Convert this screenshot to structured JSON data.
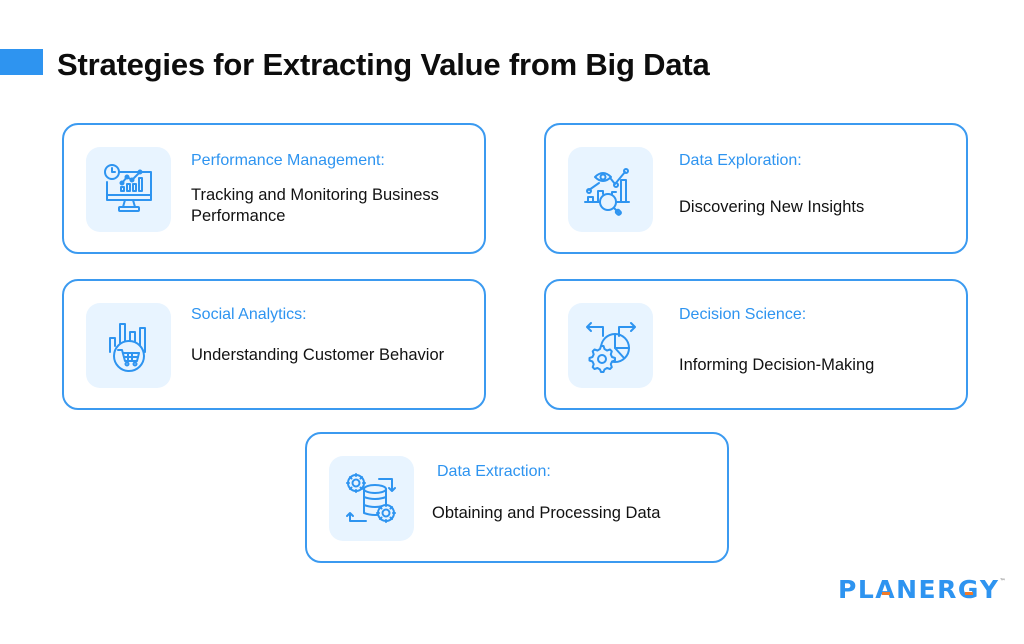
{
  "page": {
    "title": "Strategies for Extracting Value from Big Data",
    "accent_color": "#2e94f0",
    "border_color": "#3b9af0",
    "icon_bg_color": "#e8f4ff"
  },
  "cards": [
    {
      "id": "performance-management",
      "heading": "Performance Management:",
      "description": "Tracking and Monitoring Business Performance",
      "icon": "monitor-chart-clock-icon"
    },
    {
      "id": "data-exploration",
      "heading": "Data Exploration:",
      "description": "Discovering New Insights",
      "icon": "eye-chart-magnifier-icon"
    },
    {
      "id": "social-analytics",
      "heading": "Social Analytics:",
      "description": "Understanding Customer Behavior",
      "icon": "bar-chart-shopping-cart-icon"
    },
    {
      "id": "decision-science",
      "heading": "Decision Science:",
      "description": "Informing Decision-Making",
      "icon": "arrows-pie-gear-icon"
    },
    {
      "id": "data-extraction",
      "heading": "Data Extraction:",
      "description": "Obtaining and Processing Data",
      "icon": "database-gears-cycle-icon"
    }
  ],
  "logo": {
    "text_before": "PL",
    "accent_a": "A",
    "text_middle": "NER",
    "accent_g": "G",
    "text_after": "Y",
    "trademark": "™",
    "primary_color": "#2e94f0",
    "accent_color": "#f07b2a"
  }
}
